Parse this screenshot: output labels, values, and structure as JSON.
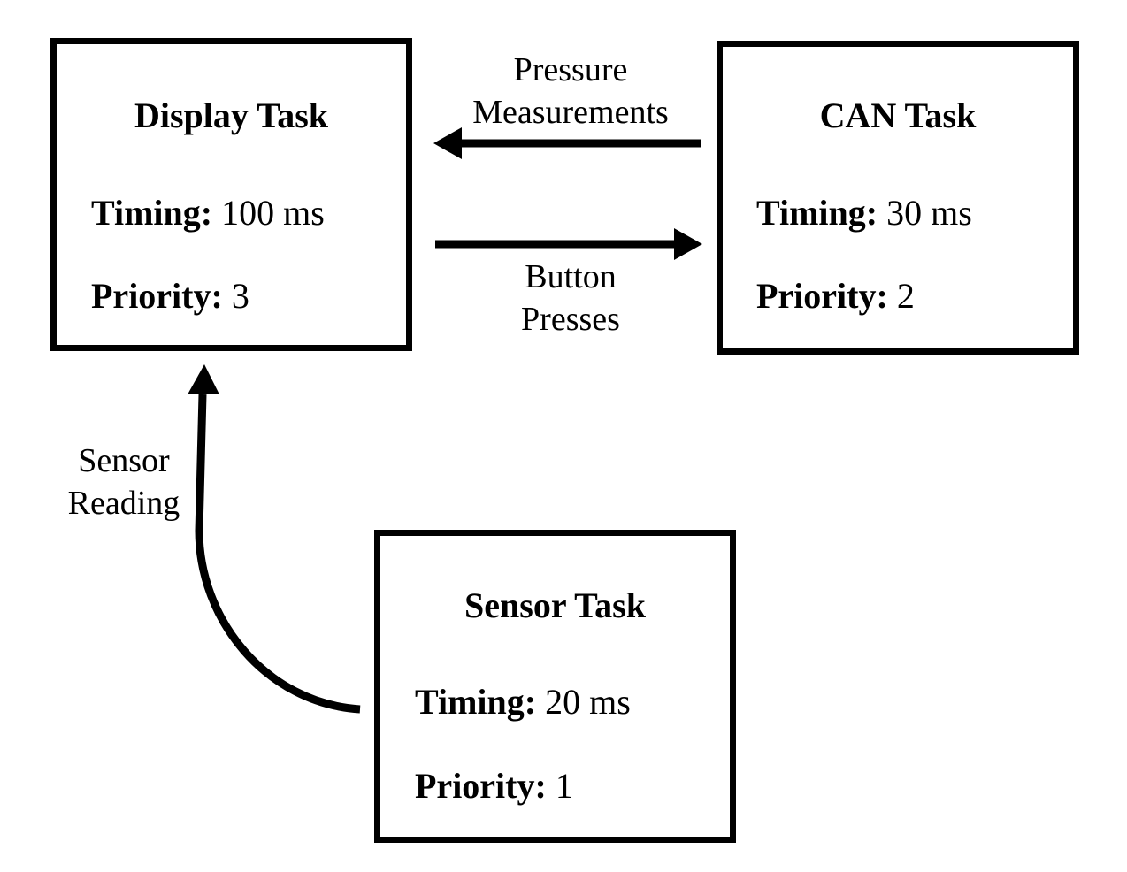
{
  "tasks": {
    "display": {
      "title": "Display Task",
      "timing_label": "Timing:",
      "timing_value": "100 ms",
      "priority_label": "Priority:",
      "priority_value": "3"
    },
    "can": {
      "title": "CAN Task",
      "timing_label": "Timing:",
      "timing_value": "30 ms",
      "priority_label": "Priority:",
      "priority_value": "2"
    },
    "sensor": {
      "title": "Sensor Task",
      "timing_label": "Timing:",
      "timing_value": "20 ms",
      "priority_label": "Priority:",
      "priority_value": "1"
    }
  },
  "flows": {
    "pressure": {
      "from": "CAN Task",
      "to": "Display Task",
      "line1": "Pressure",
      "line2": "Measurements"
    },
    "buttons": {
      "from": "Display Task",
      "to": "CAN Task",
      "line1": "Button",
      "line2": "Presses"
    },
    "sensor_reading": {
      "from": "Sensor Task",
      "to": "Display Task",
      "line1": "Sensor",
      "line2": "Reading"
    }
  }
}
